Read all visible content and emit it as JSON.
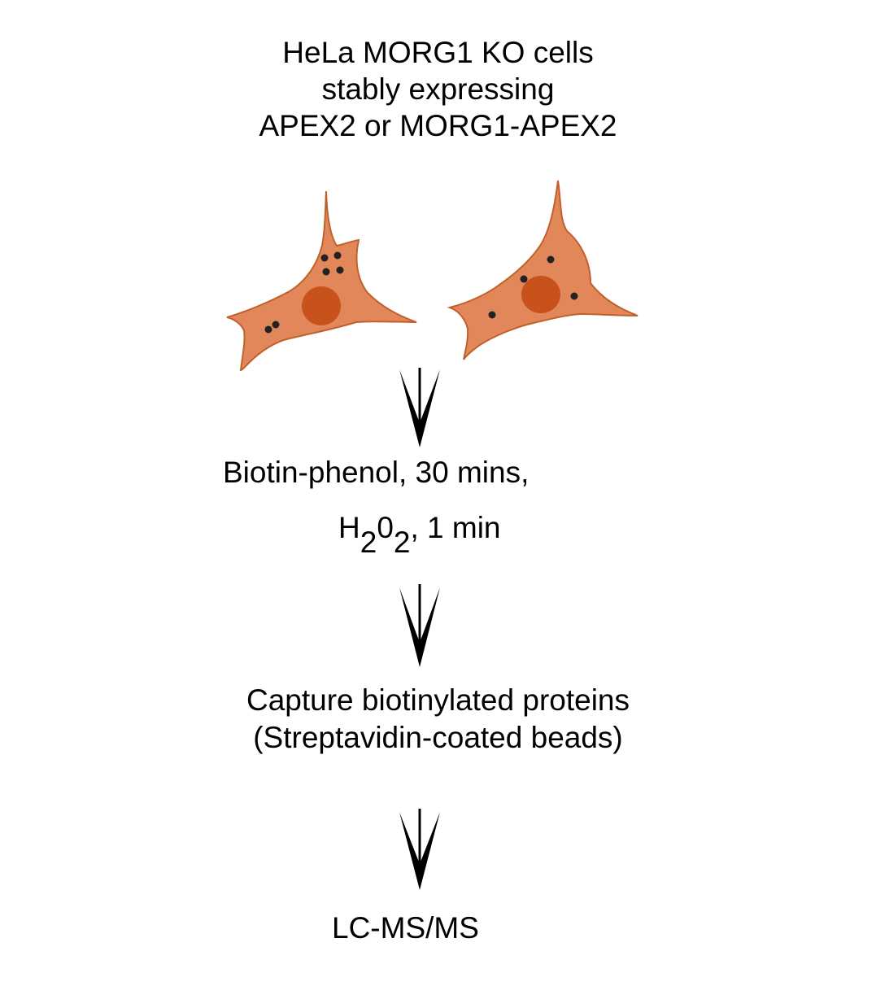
{
  "title": {
    "line1": "HeLa MORG1 KO cells",
    "line2": "stably expressing",
    "line3": "APEX2 or MORG1-APEX2"
  },
  "step1": {
    "line1": "Biotin-phenol, 30 mins,",
    "h2o2_H": "H",
    "h2o2_sub1": "2",
    "h2o2_O": "0",
    "h2o2_sub2": "2",
    "h2o2_rest": ", 1 min"
  },
  "step2": {
    "line1": "Capture biotinylated proteins",
    "line2": "(Streptavidin-coated beads)"
  },
  "step3": {
    "label": "LC-MS/MS"
  },
  "colors": {
    "cell_fill": "#e2875a",
    "cell_stroke": "#c1602c",
    "nucleus": "#c8521c",
    "dots": "#222222",
    "arrow": "#000000"
  }
}
